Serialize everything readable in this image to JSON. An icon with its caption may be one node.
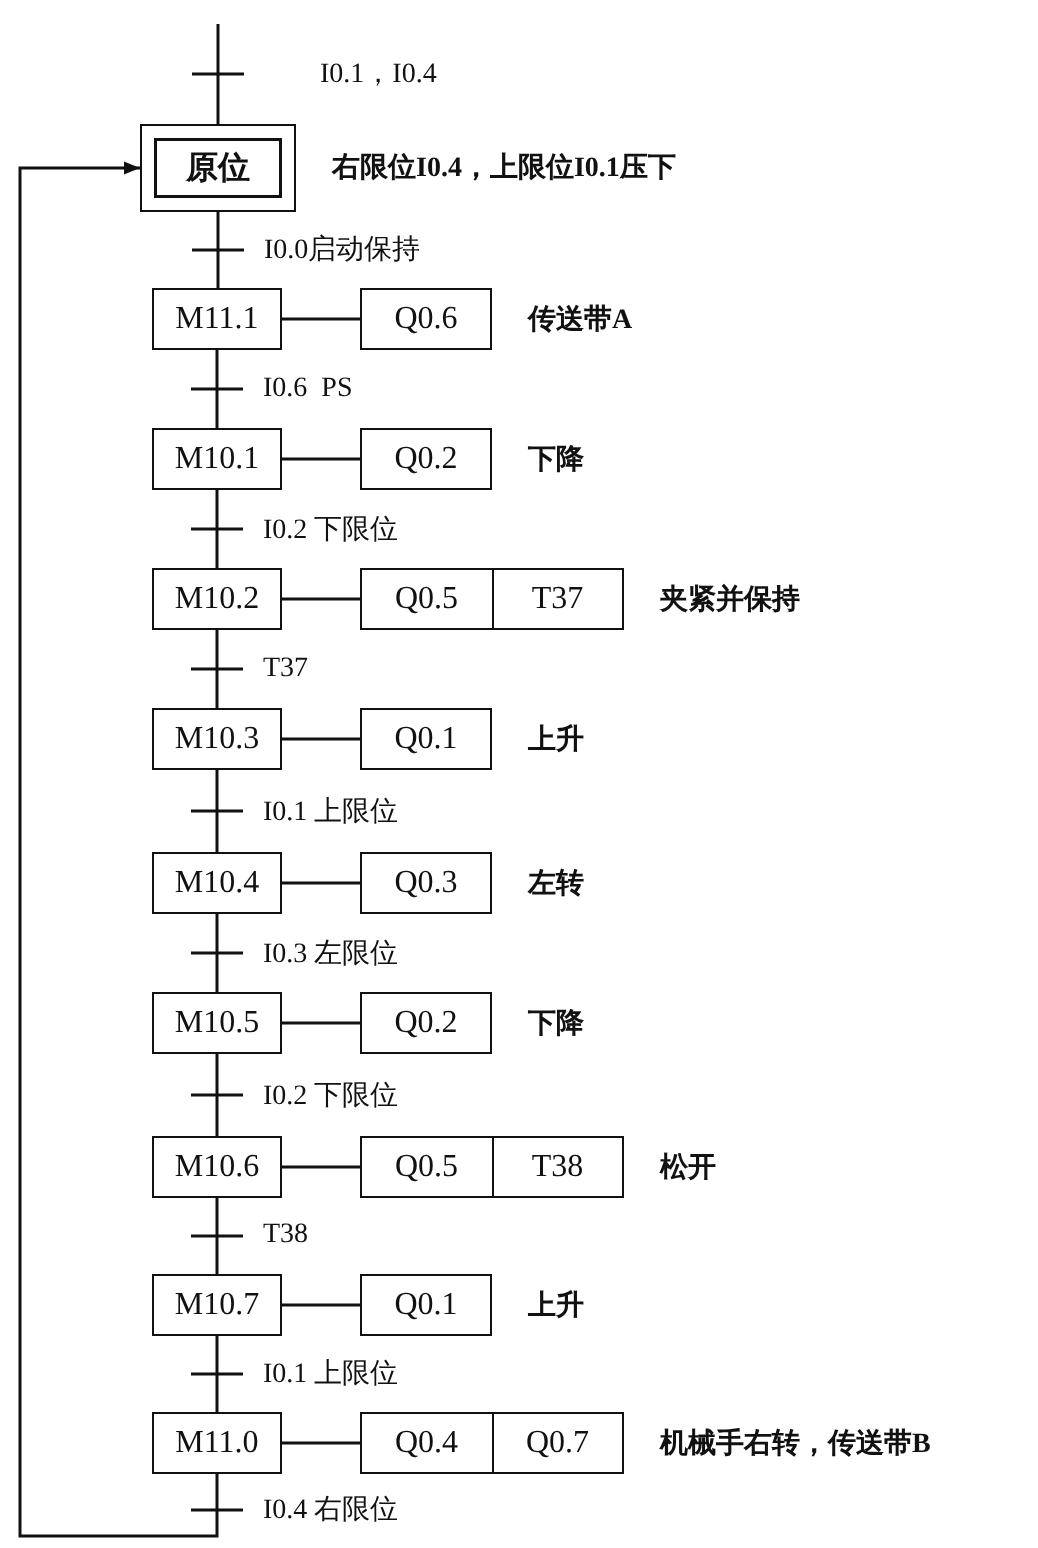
{
  "diagram": {
    "nodes": [
      {
        "text": [
          "原位"
        ],
        "beside": [
          "右限位I0.4，上限位I0.1压下"
        ]
      },
      {
        "text": [
          "M11.1"
        ]
      },
      {
        "text": [
          "Q0.6"
        ],
        "beside": [
          "传送带A"
        ]
      },
      {
        "text": [
          "M10.1"
        ]
      },
      {
        "text": [
          "Q0.2"
        ],
        "beside": [
          "下降"
        ]
      },
      {
        "text": [
          "M10.2"
        ]
      },
      {
        "text": [
          "Q0.5",
          "T37"
        ],
        "beside": [
          "夹紧并保持"
        ]
      },
      {
        "text": [
          "M10.3"
        ]
      },
      {
        "text": [
          "Q0.1"
        ],
        "beside": [
          "上升"
        ]
      },
      {
        "text": [
          "M10.4"
        ]
      },
      {
        "text": [
          "Q0.3"
        ],
        "beside": [
          "左转"
        ]
      },
      {
        "text": [
          "M10.5"
        ]
      },
      {
        "text": [
          "Q0.2"
        ],
        "beside": [
          "下降"
        ]
      },
      {
        "text": [
          "M10.6"
        ]
      },
      {
        "text": [
          "Q0.5",
          "T38"
        ],
        "beside": [
          "松开"
        ]
      },
      {
        "text": [
          "M10.7"
        ]
      },
      {
        "text": [
          "Q0.1"
        ],
        "beside": [
          "上升"
        ]
      },
      {
        "text": [
          "M11.0"
        ]
      },
      {
        "text": [
          "Q0.4",
          "Q0.7"
        ],
        "beside": [
          "机械手右转，传送带B"
        ]
      }
    ],
    "edges": [
      {
        "from": null,
        "to": 0,
        "arrow": "none",
        "label": "I0.1，I0.4"
      },
      {
        "from": 0,
        "to": 1,
        "arrow": "none",
        "label": "I0.0启动保持"
      },
      {
        "from": 1,
        "to": 2,
        "arrow": "none"
      },
      {
        "from": 1,
        "to": 3,
        "arrow": "none",
        "label": "I0.6  PS"
      },
      {
        "from": 3,
        "to": 4,
        "arrow": "none"
      },
      {
        "from": 3,
        "to": 5,
        "arrow": "none",
        "label": "I0.2 下限位"
      },
      {
        "from": 5,
        "to": 6,
        "arrow": "none"
      },
      {
        "from": 5,
        "to": 7,
        "arrow": "none",
        "label": "T37"
      },
      {
        "from": 7,
        "to": 8,
        "arrow": "none"
      },
      {
        "from": 7,
        "to": 9,
        "arrow": "none",
        "label": "I0.1 上限位"
      },
      {
        "from": 9,
        "to": 10,
        "arrow": "none"
      },
      {
        "from": 9,
        "to": 11,
        "arrow": "none",
        "label": "I0.3 左限位"
      },
      {
        "from": 11,
        "to": 12,
        "arrow": "none"
      },
      {
        "from": 11,
        "to": 13,
        "arrow": "none",
        "label": "I0.2 下限位"
      },
      {
        "from": 13,
        "to": 14,
        "arrow": "none"
      },
      {
        "from": 13,
        "to": 15,
        "arrow": "none",
        "label": "T38"
      },
      {
        "from": 15,
        "to": 16,
        "arrow": "none"
      },
      {
        "from": 15,
        "to": 17,
        "arrow": "none",
        "label": "I0.1 上限位"
      },
      {
        "from": 17,
        "to": 18,
        "arrow": "none"
      },
      {
        "from": 17,
        "to": 0,
        "arrow": "to",
        "label": "I0.4 右限位"
      }
    ]
  }
}
